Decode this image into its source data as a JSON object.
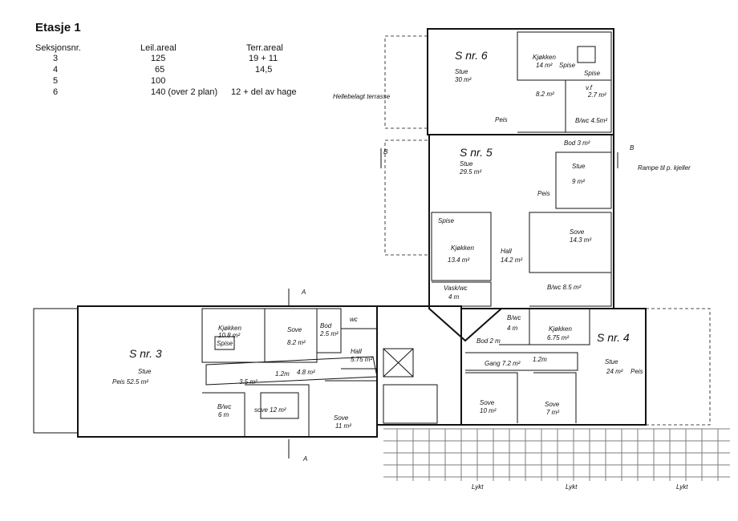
{
  "title": "Etasje 1",
  "table": {
    "headers": [
      "Seksjonsnr.",
      "Leil.areal",
      "Terr.areal"
    ],
    "rows": [
      {
        "nr": "3",
        "leil": "125",
        "terr": "19 + 11"
      },
      {
        "nr": "4",
        "leil": "65",
        "terr": "14,5"
      },
      {
        "nr": "5",
        "leil": "100",
        "terr": ""
      },
      {
        "nr": "6",
        "leil": "140 (over 2 plan)",
        "terr": "12 + del av hage"
      }
    ]
  },
  "annotations": {
    "terrasse": "Hellebelagt terrasse",
    "rampe": "Rampe til p. kjeller",
    "section_a": "A",
    "section_b": "B",
    "lykt": "Lykt"
  },
  "units": {
    "s6": {
      "name": "S nr. 6",
      "stue": "Stue",
      "stue_area": "30 m²",
      "kjokken": "Kjøkken",
      "kjokken_area": "14 m²",
      "spise": "Spise",
      "spise2": "Spise",
      "hall_area": "8.2 m²",
      "vf": "v.f",
      "vf_area": "2.7 m²",
      "bwc": "B/wc 4.5m²",
      "peis": "Peis"
    },
    "s5": {
      "name": "S nr. 5",
      "stue": "Stue",
      "stue_area": "29.5 m²",
      "bod": "Bod 3 m²",
      "stue2": "Stue",
      "stue2_area": "9 m²",
      "peis": "Peis",
      "spise": "Spise",
      "kjokken": "Kjøkken",
      "kjokken_area": "13.4 m²",
      "hall": "Hall",
      "hall_area": "14.2 m²",
      "sove": "Sove",
      "sove_area": "14.3 m²",
      "bwc": "B/wc 8.5 m²",
      "vask": "Vask/wc",
      "vask_area": "4 m"
    },
    "s3": {
      "name": "S nr. 3",
      "stue": "Stue",
      "stue_area": "Peis  52.5  m²",
      "kjokken": "Kjøkken",
      "kjokken_area": "10.8 m²",
      "spise": "Spise",
      "sove1": "Sove",
      "sove1_area": "8.2 m²",
      "bod": "Bod",
      "bod_area": "2.5 m²",
      "wc": "wc",
      "hall": "Hall",
      "hall_area": "5.75 m²",
      "gang_area": "3.5 m²",
      "gang2": "1.2m",
      "gang3": "4.8 m²",
      "bwc": "B/wc",
      "bwc_area": "6 m",
      "sove2": "sove 12 m²",
      "sove3": "Sove",
      "sove3_area": "11 m²"
    },
    "s4": {
      "name": "S nr. 4",
      "stue": "Stue",
      "stue_area": "24 m²",
      "peis": "Peis",
      "kjokken": "Kjøkken",
      "kjokken_area": "6.75 m²",
      "bwc": "B/wc",
      "bwc_area": "4 m",
      "bod": "Bod 2 m",
      "gang": "Gang 7.2 m²",
      "gang2": "1.2m",
      "sove1": "Sove",
      "sove1_area": "10 m²",
      "sove2": "Sove",
      "sove2_area": "7 m²"
    }
  }
}
